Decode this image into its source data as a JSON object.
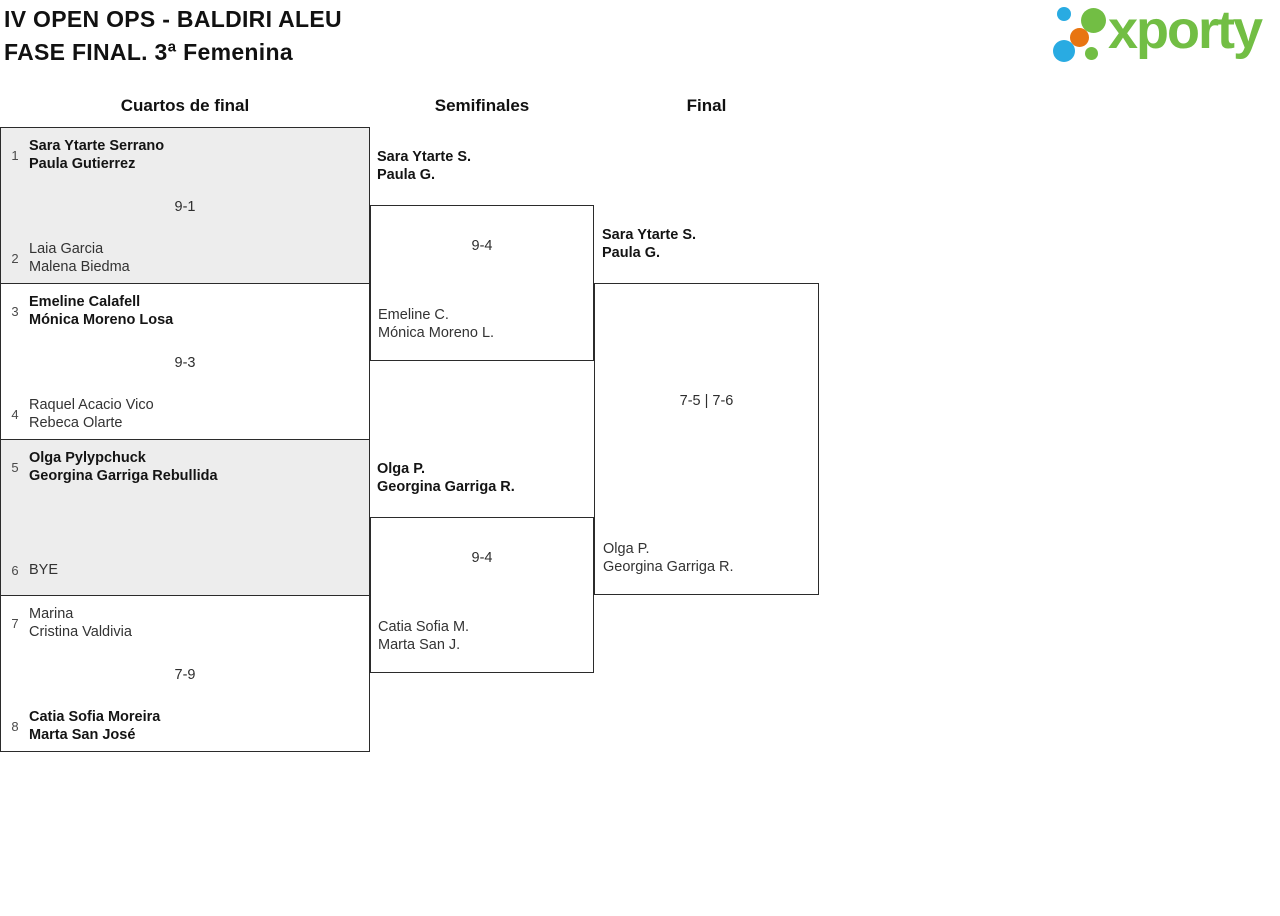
{
  "header": {
    "title_line1": "IV OPEN OPS - BALDIRI ALEU",
    "title_line2": "FASE FINAL. 3ª Femenina"
  },
  "logo": {
    "text": "xporty",
    "colors": {
      "green": "#72be44",
      "blue": "#29abe2",
      "orange": "#e87511"
    }
  },
  "round_headers": [
    "Cuartos de final",
    "Semifinales",
    "Final"
  ],
  "quarterfinals": [
    {
      "seed_top": "1",
      "top": [
        "Sara Ytarte Serrano",
        "Paula Gutierrez"
      ],
      "top_winner": true,
      "score": "9-1",
      "seed_bottom": "2",
      "bottom": [
        "Laia Garcia",
        "Malena Biedma"
      ],
      "bottom_winner": false
    },
    {
      "seed_top": "3",
      "top": [
        "Emeline Calafell",
        "Mónica Moreno Losa"
      ],
      "top_winner": true,
      "score": "9-3",
      "seed_bottom": "4",
      "bottom": [
        "Raquel Acacio Vico",
        "Rebeca Olarte"
      ],
      "bottom_winner": false
    },
    {
      "seed_top": "5",
      "top": [
        "Olga Pylypchuck",
        "Georgina Garriga Rebullida"
      ],
      "top_winner": true,
      "score": "",
      "seed_bottom": "6",
      "bottom": [
        "BYE"
      ],
      "bottom_winner": false
    },
    {
      "seed_top": "7",
      "top": [
        "Marina",
        "Cristina Valdivia"
      ],
      "top_winner": false,
      "score": "7-9",
      "seed_bottom": "8",
      "bottom": [
        "Catia Sofia Moreira",
        "Marta San José"
      ],
      "bottom_winner": true
    }
  ],
  "semifinals": [
    {
      "top": [
        "Sara Ytarte S.",
        "Paula G."
      ],
      "top_winner": true,
      "score": "9-4",
      "bottom": [
        "Emeline C.",
        "Mónica Moreno L."
      ],
      "bottom_winner": false
    },
    {
      "top": [
        "Olga P.",
        "Georgina Garriga R."
      ],
      "top_winner": true,
      "score": "9-4",
      "bottom": [
        "Catia Sofia M.",
        "Marta San J."
      ],
      "bottom_winner": false
    }
  ],
  "final": {
    "top": [
      "Sara Ytarte S.",
      "Paula G."
    ],
    "top_winner": true,
    "score": "7-5 | 7-6",
    "bottom": [
      "Olga P.",
      "Georgina Garriga R."
    ],
    "bottom_winner": false
  }
}
